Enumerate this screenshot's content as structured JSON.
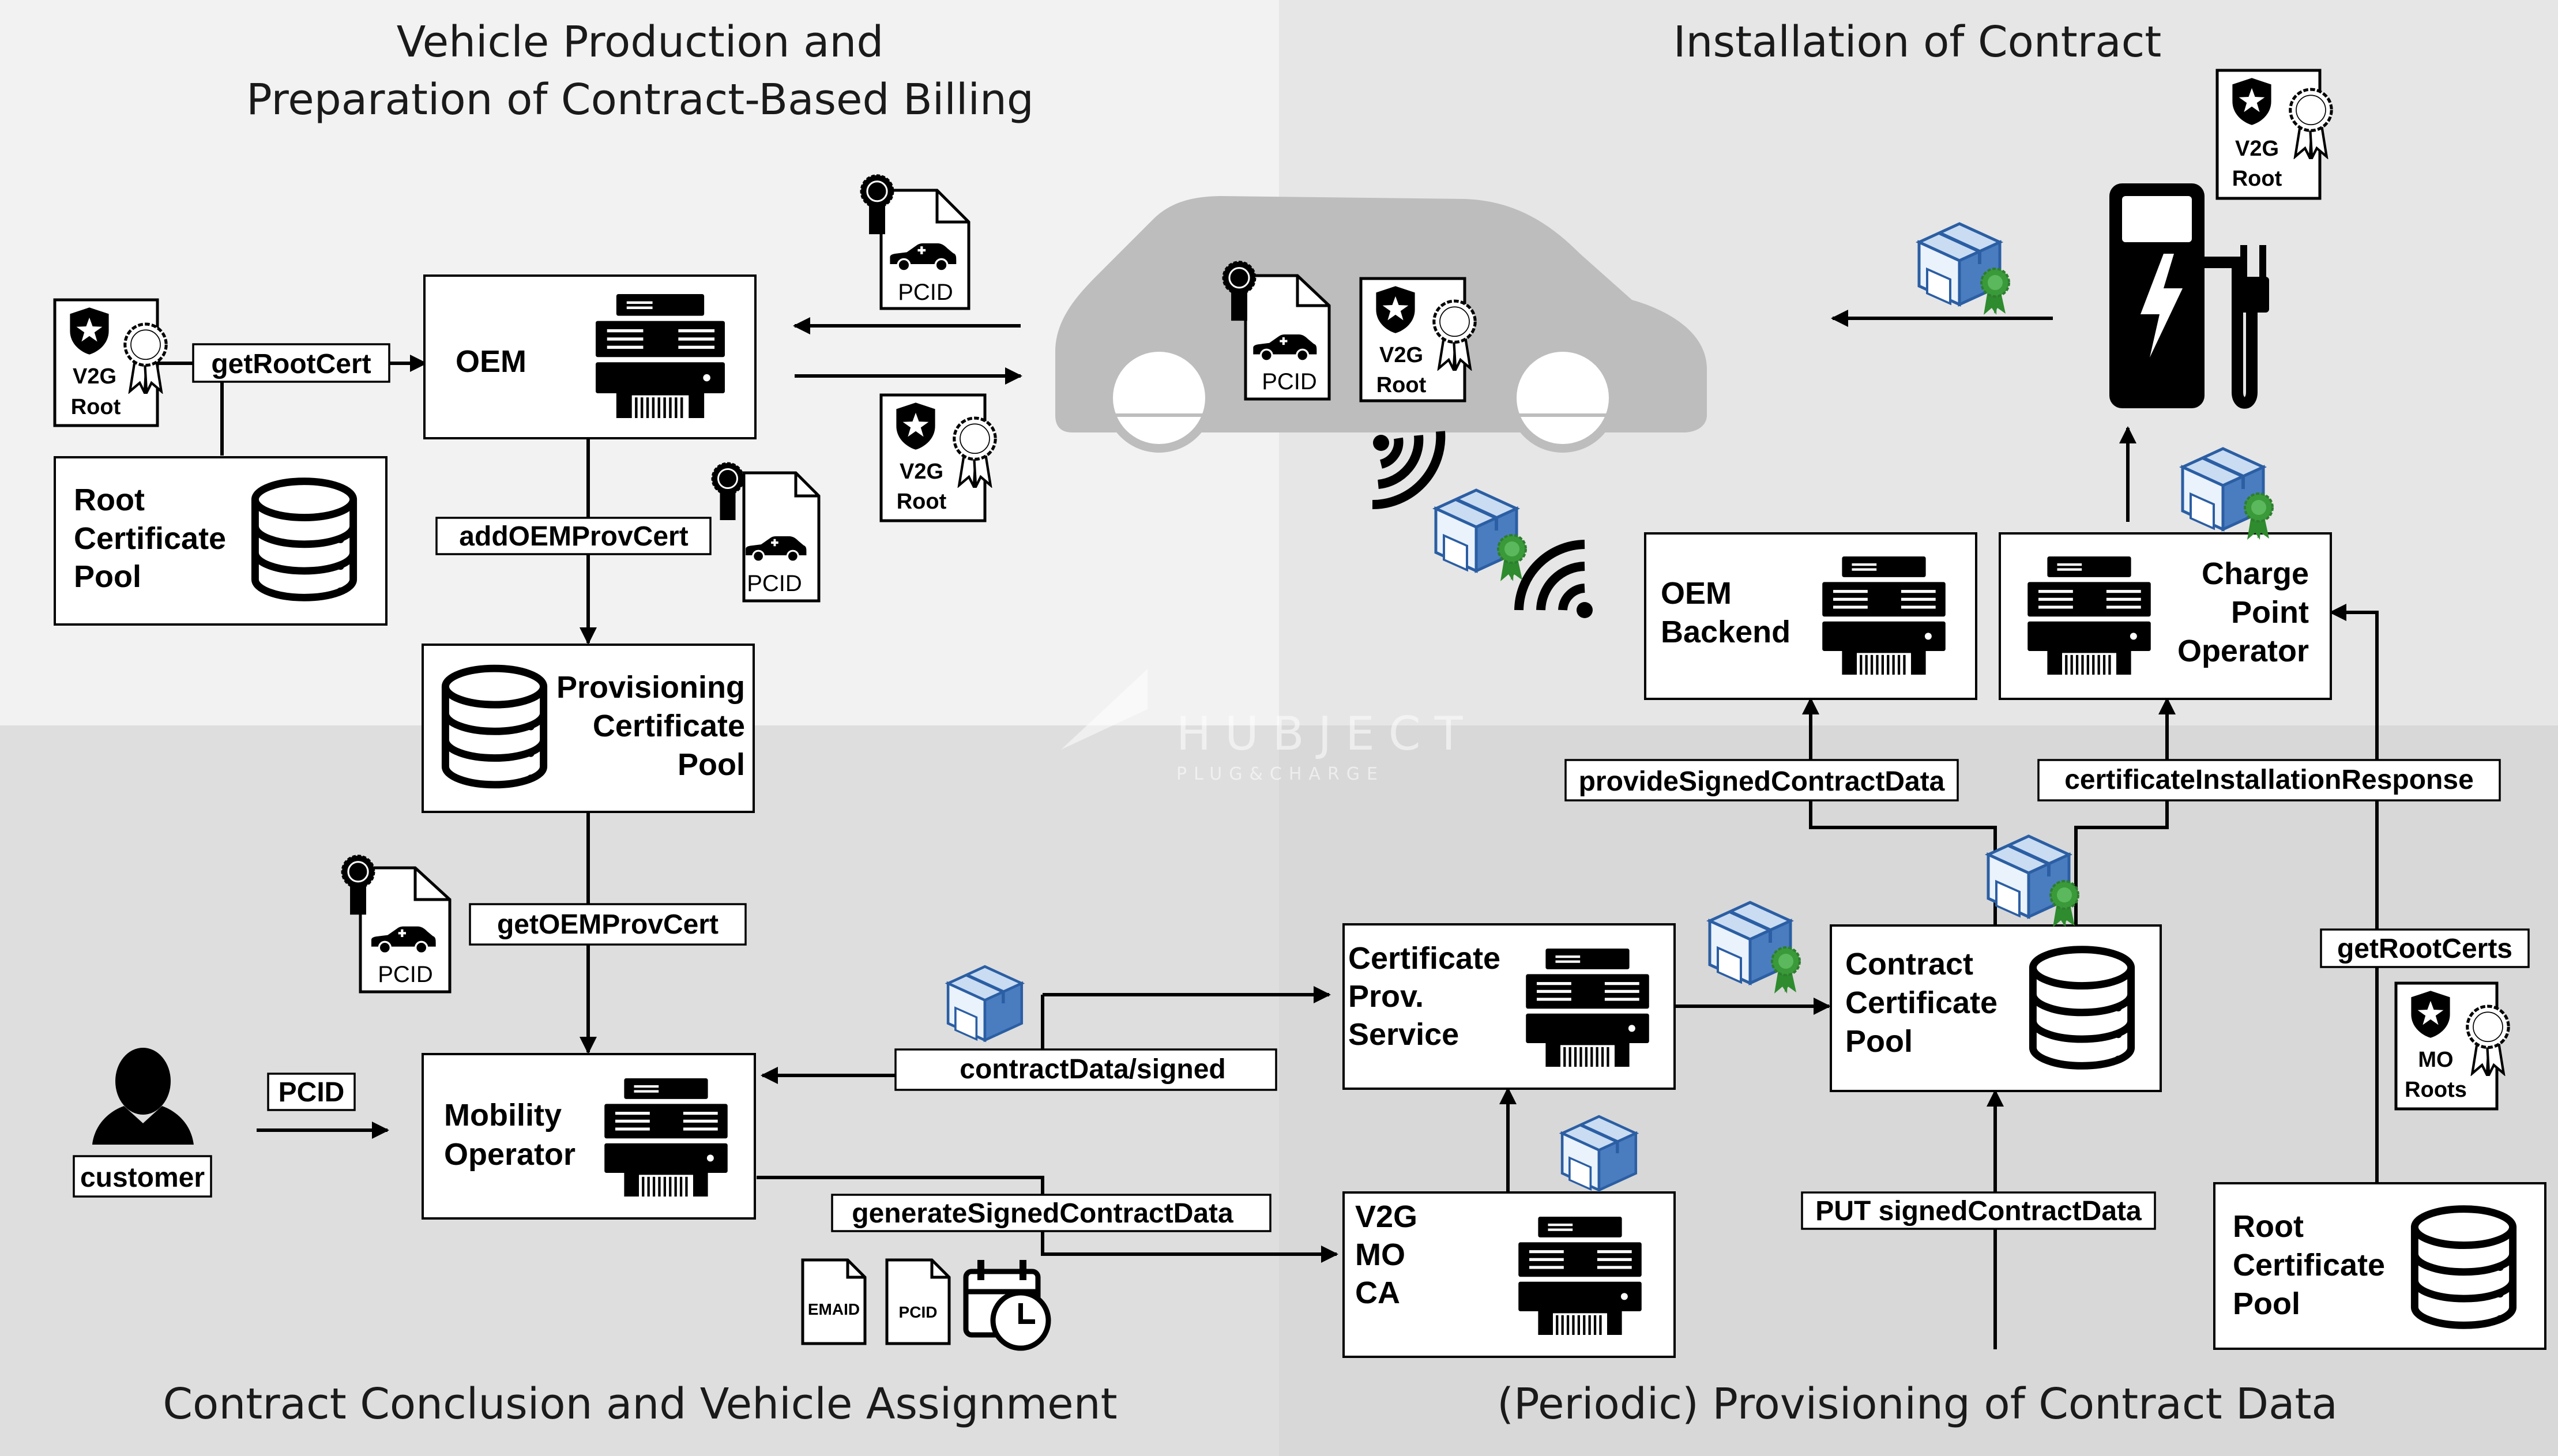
{
  "sections": {
    "top_left_title_1": "Vehicle Production and",
    "top_left_title_2": "Preparation of Contract-Based Billing",
    "top_right_title": "Installation of Contract",
    "bottom_left_title": "Contract Conclusion and Vehicle Assignment",
    "bottom_right_title": "(Periodic) Provisioning of Contract Data"
  },
  "watermark": {
    "main": "HUBJECT",
    "sub": "PLUG&CHARGE"
  },
  "nodes": {
    "oem": "OEM",
    "root_pool_left": [
      "Root",
      "Certificate",
      "Pool"
    ],
    "provisioning_pool": [
      "Provisioning",
      "Certificate",
      "Pool"
    ],
    "mobility_operator": [
      "Mobility",
      "Operator"
    ],
    "customer": "customer",
    "cert_prov_service": [
      "Certificate",
      "Prov.",
      "Service"
    ],
    "contract_pool": [
      "Contract",
      "Certificate",
      "Pool"
    ],
    "v2g_mo_ca": [
      "V2G",
      "MO",
      "CA"
    ],
    "oem_backend": [
      "OEM",
      "Backend"
    ],
    "charge_point_operator": [
      "Charge",
      "Point",
      "Operator"
    ],
    "root_pool_right": [
      "Root",
      "Certificate",
      "Pool"
    ]
  },
  "edges": {
    "getRootCert": "getRootCert",
    "addOEMProvCert": "addOEMProvCert",
    "getOEMProvCert": "getOEMProvCert",
    "pcid": "PCID",
    "contractData_signed": "contractData/signed",
    "generateSignedContractData": "generateSignedContractData",
    "provideSignedContractData": "provideSignedContractData",
    "certificateInstallationResponse": "certificateInstallationResponse",
    "getRootCerts": "getRootCerts",
    "put_signedContractData": "PUT signedContractData"
  },
  "docs": {
    "pcid": "PCID",
    "v2g": "V2G",
    "root": "Root",
    "mo": "MO",
    "roots": "Roots",
    "emaid": "EMAID"
  },
  "colors": {
    "top_left_bg": "#f2f2f2",
    "top_right_bg": "#e8e8e8",
    "bottom_left_bg": "#dedede",
    "bottom_right_bg": "#d9d9d9",
    "car": "#bdbdbd",
    "package": "#4a7dc0",
    "seal_green": "#3a9a3a"
  }
}
